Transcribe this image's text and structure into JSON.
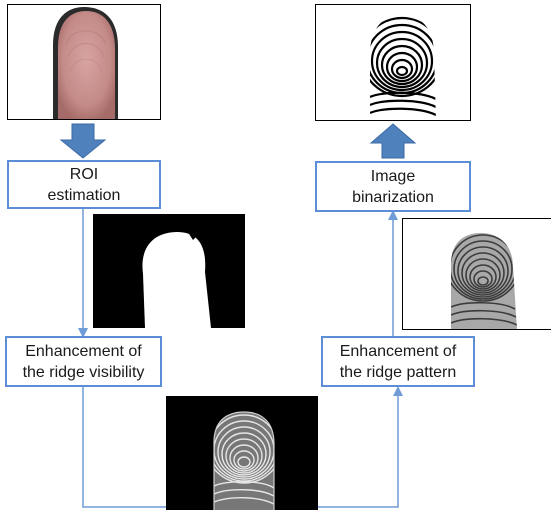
{
  "diagram": {
    "steps": {
      "roi": "ROI\nestimation",
      "enhance_visibility": "Enhancement of\nthe ridge visibility",
      "enhance_pattern": "Enhancement of\nthe ridge pattern",
      "binarization": "Image\nbinarization"
    },
    "colors": {
      "box_border": "#5b8ed6",
      "connector": "#6f9bd6",
      "block_arrow": "#4f81bd"
    }
  }
}
